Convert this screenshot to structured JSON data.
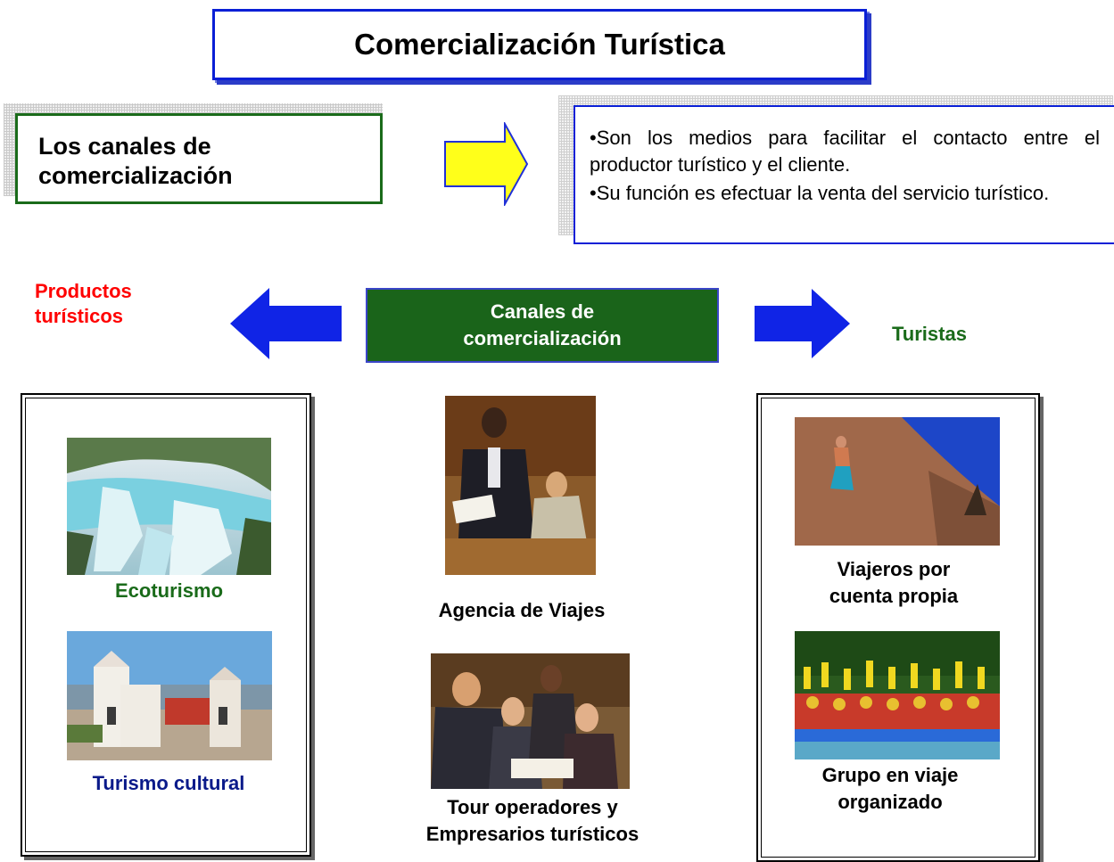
{
  "title": "Comercialización Turística",
  "canales_label": {
    "line1": "Los canales de",
    "line2": "comercialización"
  },
  "definition": {
    "items": [
      "•Son los medios para facilitar el contacto entre el productor turístico y el cliente.",
      "•Su función es efectuar la venta del servicio turístico."
    ]
  },
  "flow": {
    "left_label_line1": "Productos",
    "left_label_line2": "turísticos",
    "center_line1": "Canales de",
    "center_line2": "comercialización",
    "right_label": "Turistas"
  },
  "productos": {
    "items": [
      {
        "caption": "Ecoturismo",
        "image": "waterfall-photo"
      },
      {
        "caption": "Turismo cultural",
        "image": "church-photo"
      }
    ]
  },
  "canales": {
    "items": [
      {
        "caption": "Agencia de Viajes",
        "image": "office-meeting-photo"
      },
      {
        "caption_line1": "Tour operadores y",
        "caption_line2": "Empresarios turísticos",
        "image": "business-group-photo"
      }
    ]
  },
  "turistas": {
    "items": [
      {
        "caption_line1": "Viajeros por",
        "caption_line2": "cuenta propia",
        "image": "climber-photo"
      },
      {
        "caption_line1": "Grupo en viaje",
        "caption_line2": "organizado",
        "image": "rafting-photo"
      }
    ]
  },
  "colors": {
    "title_border": "#0a1fd6",
    "green_box": "#1a641a",
    "arrow_blue": "#1024e6",
    "arrow_yellow": "#ffff1a",
    "red_text": "#ff0000",
    "green_text": "#1a6b1a",
    "navy_text": "#0a1a8a"
  }
}
